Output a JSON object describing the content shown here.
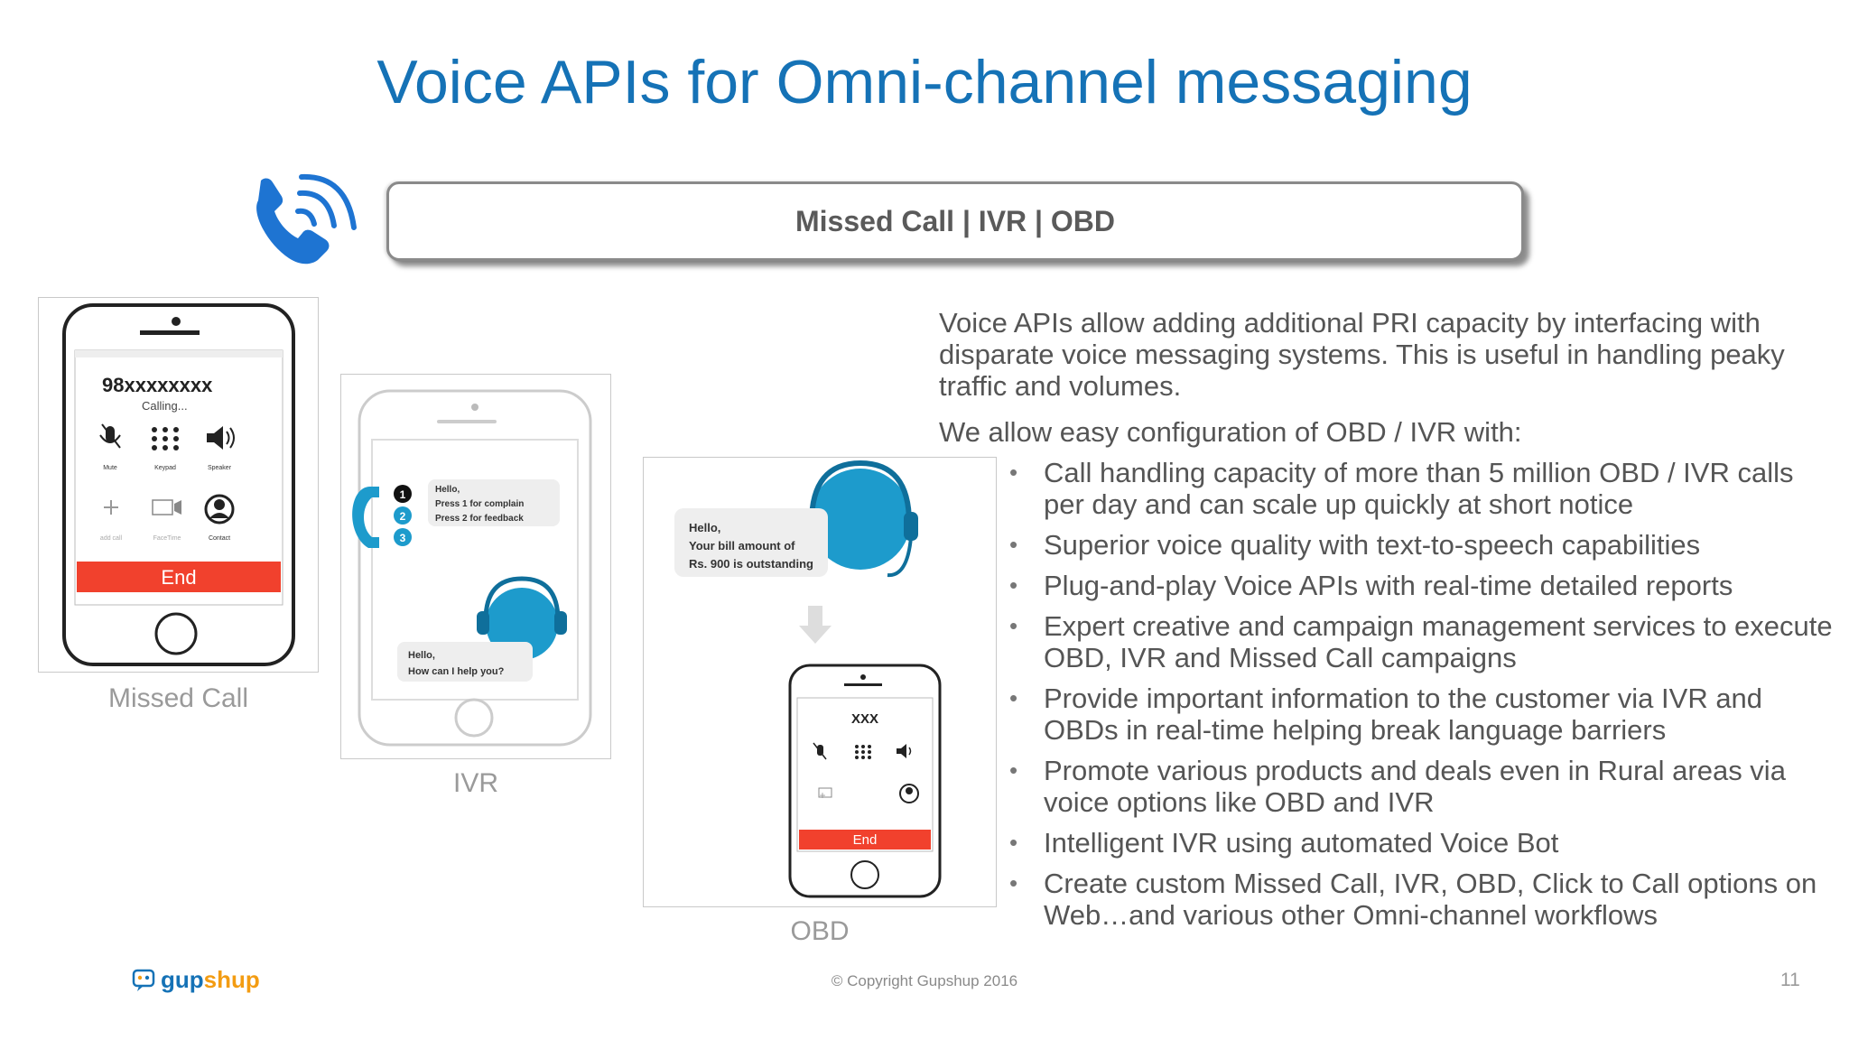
{
  "slide": {
    "title": "Voice APIs for Omni-channel messaging",
    "banner": "Missed Call | IVR | OBD",
    "page_number": "11",
    "copyright": "© Copyright Gupshup 2016"
  },
  "brand": {
    "name_part1": "gup",
    "name_part2": "shup",
    "primary_color": "#1572b6",
    "accent_color": "#f39c12"
  },
  "phones": {
    "missed_call": {
      "caption": "Missed Call",
      "number": "98xxxxxxxx",
      "status": "Calling...",
      "buttons": [
        "Mute",
        "Keypad",
        "Speaker",
        "add call",
        "FaceTime",
        "Contact"
      ],
      "end_label": "End"
    },
    "ivr": {
      "caption": "IVR",
      "menu_line1": "Hello,",
      "menu_line2": "Press 1 for complain",
      "menu_line3": "Press 2 for feedback",
      "menu_numbers": [
        "1",
        "2",
        "3"
      ],
      "reply_line1": "Hello,",
      "reply_line2": "How can I help you?"
    },
    "obd": {
      "caption": "OBD",
      "msg_line1": "Hello,",
      "msg_line2": "Your bill amount of",
      "msg_line3": "Rs. 900 is outstanding",
      "number": "XXX",
      "end_label": "End"
    }
  },
  "description": {
    "paragraph": "Voice APIs allow adding additional PRI capacity by interfacing with disparate voice messaging systems. This is useful in handling peaky traffic and volumes.",
    "intro": "We allow easy configuration of OBD / IVR with:",
    "bullet": "•",
    "bullets": [
      "Call handling capacity of more than 5 million OBD / IVR calls per day and can scale up quickly at short notice",
      "Superior voice quality with text-to-speech capabilities",
      "Plug-and-play Voice APIs with real-time detailed reports",
      "Expert creative and campaign management services to execute OBD, IVR and Missed Call campaigns",
      "Provide important information to the customer via IVR and OBDs in real-time helping break language barriers",
      "Promote various products and deals even in Rural areas via voice options like OBD and IVR",
      "Intelligent IVR using automated Voice Bot",
      "Create custom Missed Call, IVR, OBD, Click to Call options on Web…and various other Omni-channel workflows"
    ]
  }
}
